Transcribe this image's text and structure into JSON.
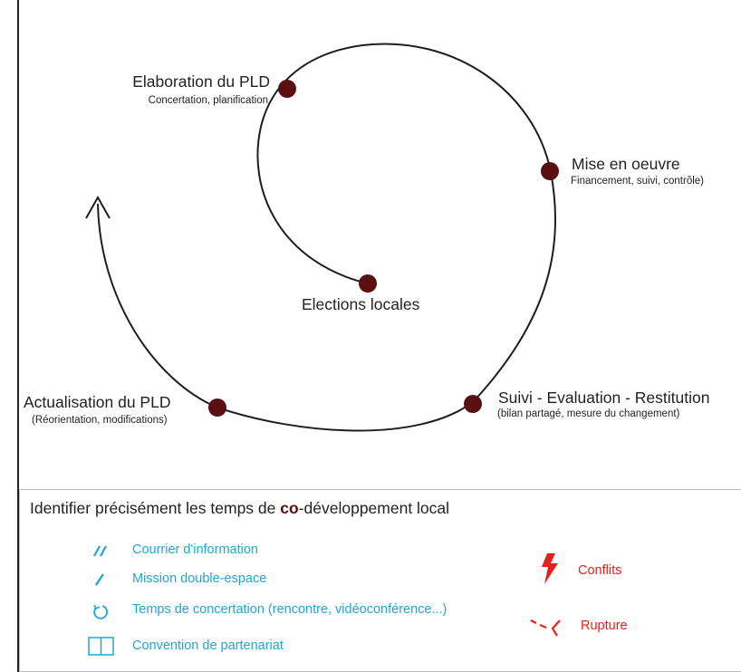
{
  "colors": {
    "node": "#5a1010",
    "line": "#1e1e1e",
    "legend_blue": "#1fa6d6",
    "legend_red": "#e8201c",
    "co_highlight": "#5a0c0c"
  },
  "stages": {
    "elaboration": {
      "title": "Elaboration du PLD",
      "subtitle": "Concertation, planification"
    },
    "mise_en_oeuvre": {
      "title": "Mise en oeuvre",
      "subtitle": "Financement, suivi, contrôle)"
    },
    "elections": {
      "title": "Elections locales"
    },
    "suivi": {
      "title": "Suivi - Evaluation - Restitution",
      "subtitle": "(bilan partagé, mesure du changement)"
    },
    "actualisation": {
      "title": "Actualisation du PLD",
      "subtitle": "(Réorientation, modifications)"
    }
  },
  "legend": {
    "title_before": "Identifier précisément les temps de ",
    "title_emph": "co",
    "title_after": "-développement local",
    "items": [
      {
        "icon": "double-slash-icon",
        "label": "Courrier d'information"
      },
      {
        "icon": "single-slash-icon",
        "label": "Mission double-espace"
      },
      {
        "icon": "circle-arrow-icon",
        "label": "Temps de concertation (rencontre, vidéoconférence...)"
      },
      {
        "icon": "rectangle-icon",
        "label": "Convention de partenariat"
      }
    ],
    "red_items": [
      {
        "icon": "lightning-icon",
        "label": "Conflits"
      },
      {
        "icon": "broken-line-icon",
        "label": "Rupture"
      }
    ]
  }
}
